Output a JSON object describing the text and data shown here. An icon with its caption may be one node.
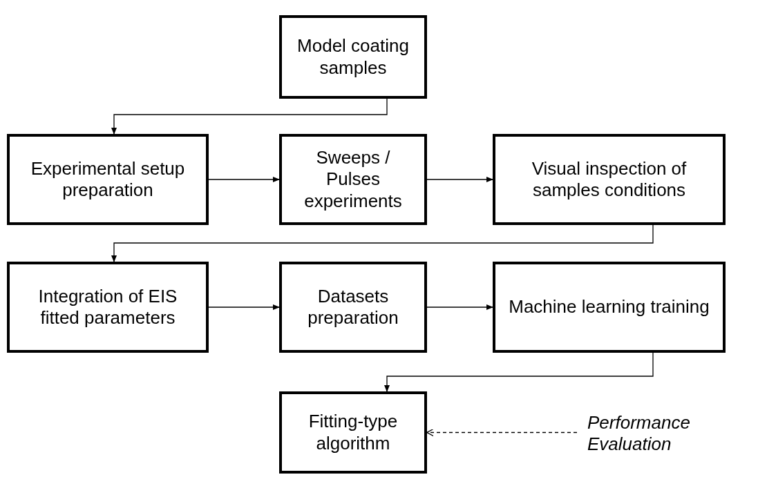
{
  "diagram": {
    "nodes": [
      {
        "text": [
          "Model coating samples"
        ]
      },
      {
        "text": [
          "Experimental setup preparation"
        ]
      },
      {
        "text": [
          "Sweeps / Pulses experiments"
        ]
      },
      {
        "text": [
          "Visual inspection of samples conditions"
        ]
      },
      {
        "text": [
          "Integration of EIS fitted parameters"
        ]
      },
      {
        "text": [
          "Datasets preparation"
        ]
      },
      {
        "text": [
          "Machine learning training"
        ]
      },
      {
        "text": [
          "Fitting-type algorithm"
        ]
      },
      {
        "text": [
          "Performance Evaluation"
        ]
      }
    ],
    "edges": [
      {
        "from": 0,
        "to": 1,
        "arrow": "to"
      },
      {
        "from": 1,
        "to": 2,
        "arrow": "to"
      },
      {
        "from": 2,
        "to": 3,
        "arrow": "to"
      },
      {
        "from": 3,
        "to": 4,
        "arrow": "to"
      },
      {
        "from": 4,
        "to": 5,
        "arrow": "to"
      },
      {
        "from": 5,
        "to": 6,
        "arrow": "to"
      },
      {
        "from": 6,
        "to": 7,
        "arrow": "to"
      },
      {
        "from": 8,
        "to": 7,
        "arrow": "to",
        "style": "dashed"
      }
    ]
  }
}
